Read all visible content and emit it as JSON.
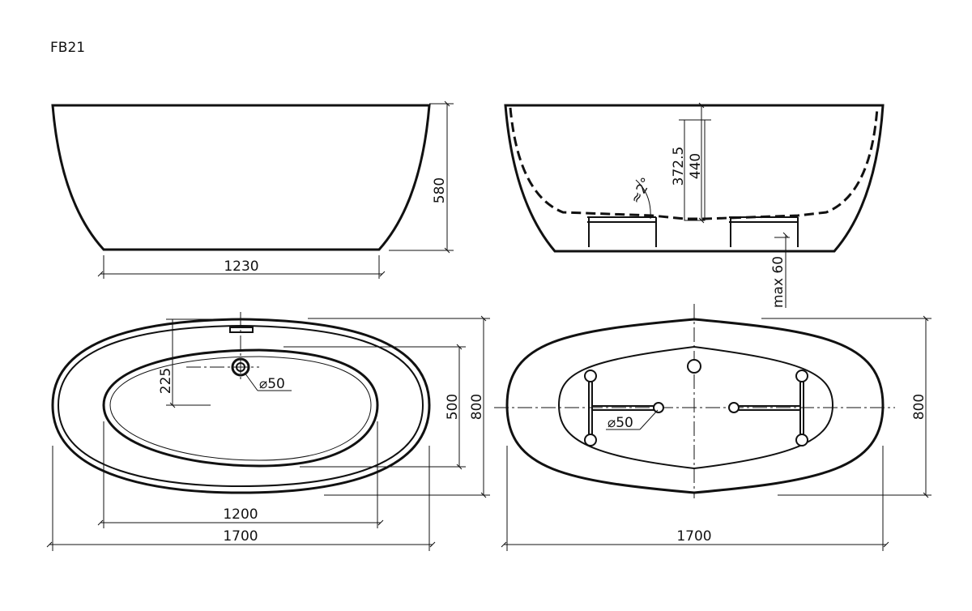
{
  "model": "FB21",
  "front_view": {
    "height": "580",
    "base_length": "1230"
  },
  "side_view": {
    "overflow_height": "372.5",
    "total_depth": "440",
    "slope": "≈2°",
    "leg_adjust": "max 60"
  },
  "top_view_left": {
    "overall_length": "1700",
    "inner_length": "1200",
    "overall_width": "800",
    "inner_width": "500",
    "drain_offset": "225",
    "drain_diameter": "⌀50"
  },
  "top_view_right": {
    "overall_length": "1700",
    "overall_width": "800",
    "drain_diameter": "⌀50"
  }
}
